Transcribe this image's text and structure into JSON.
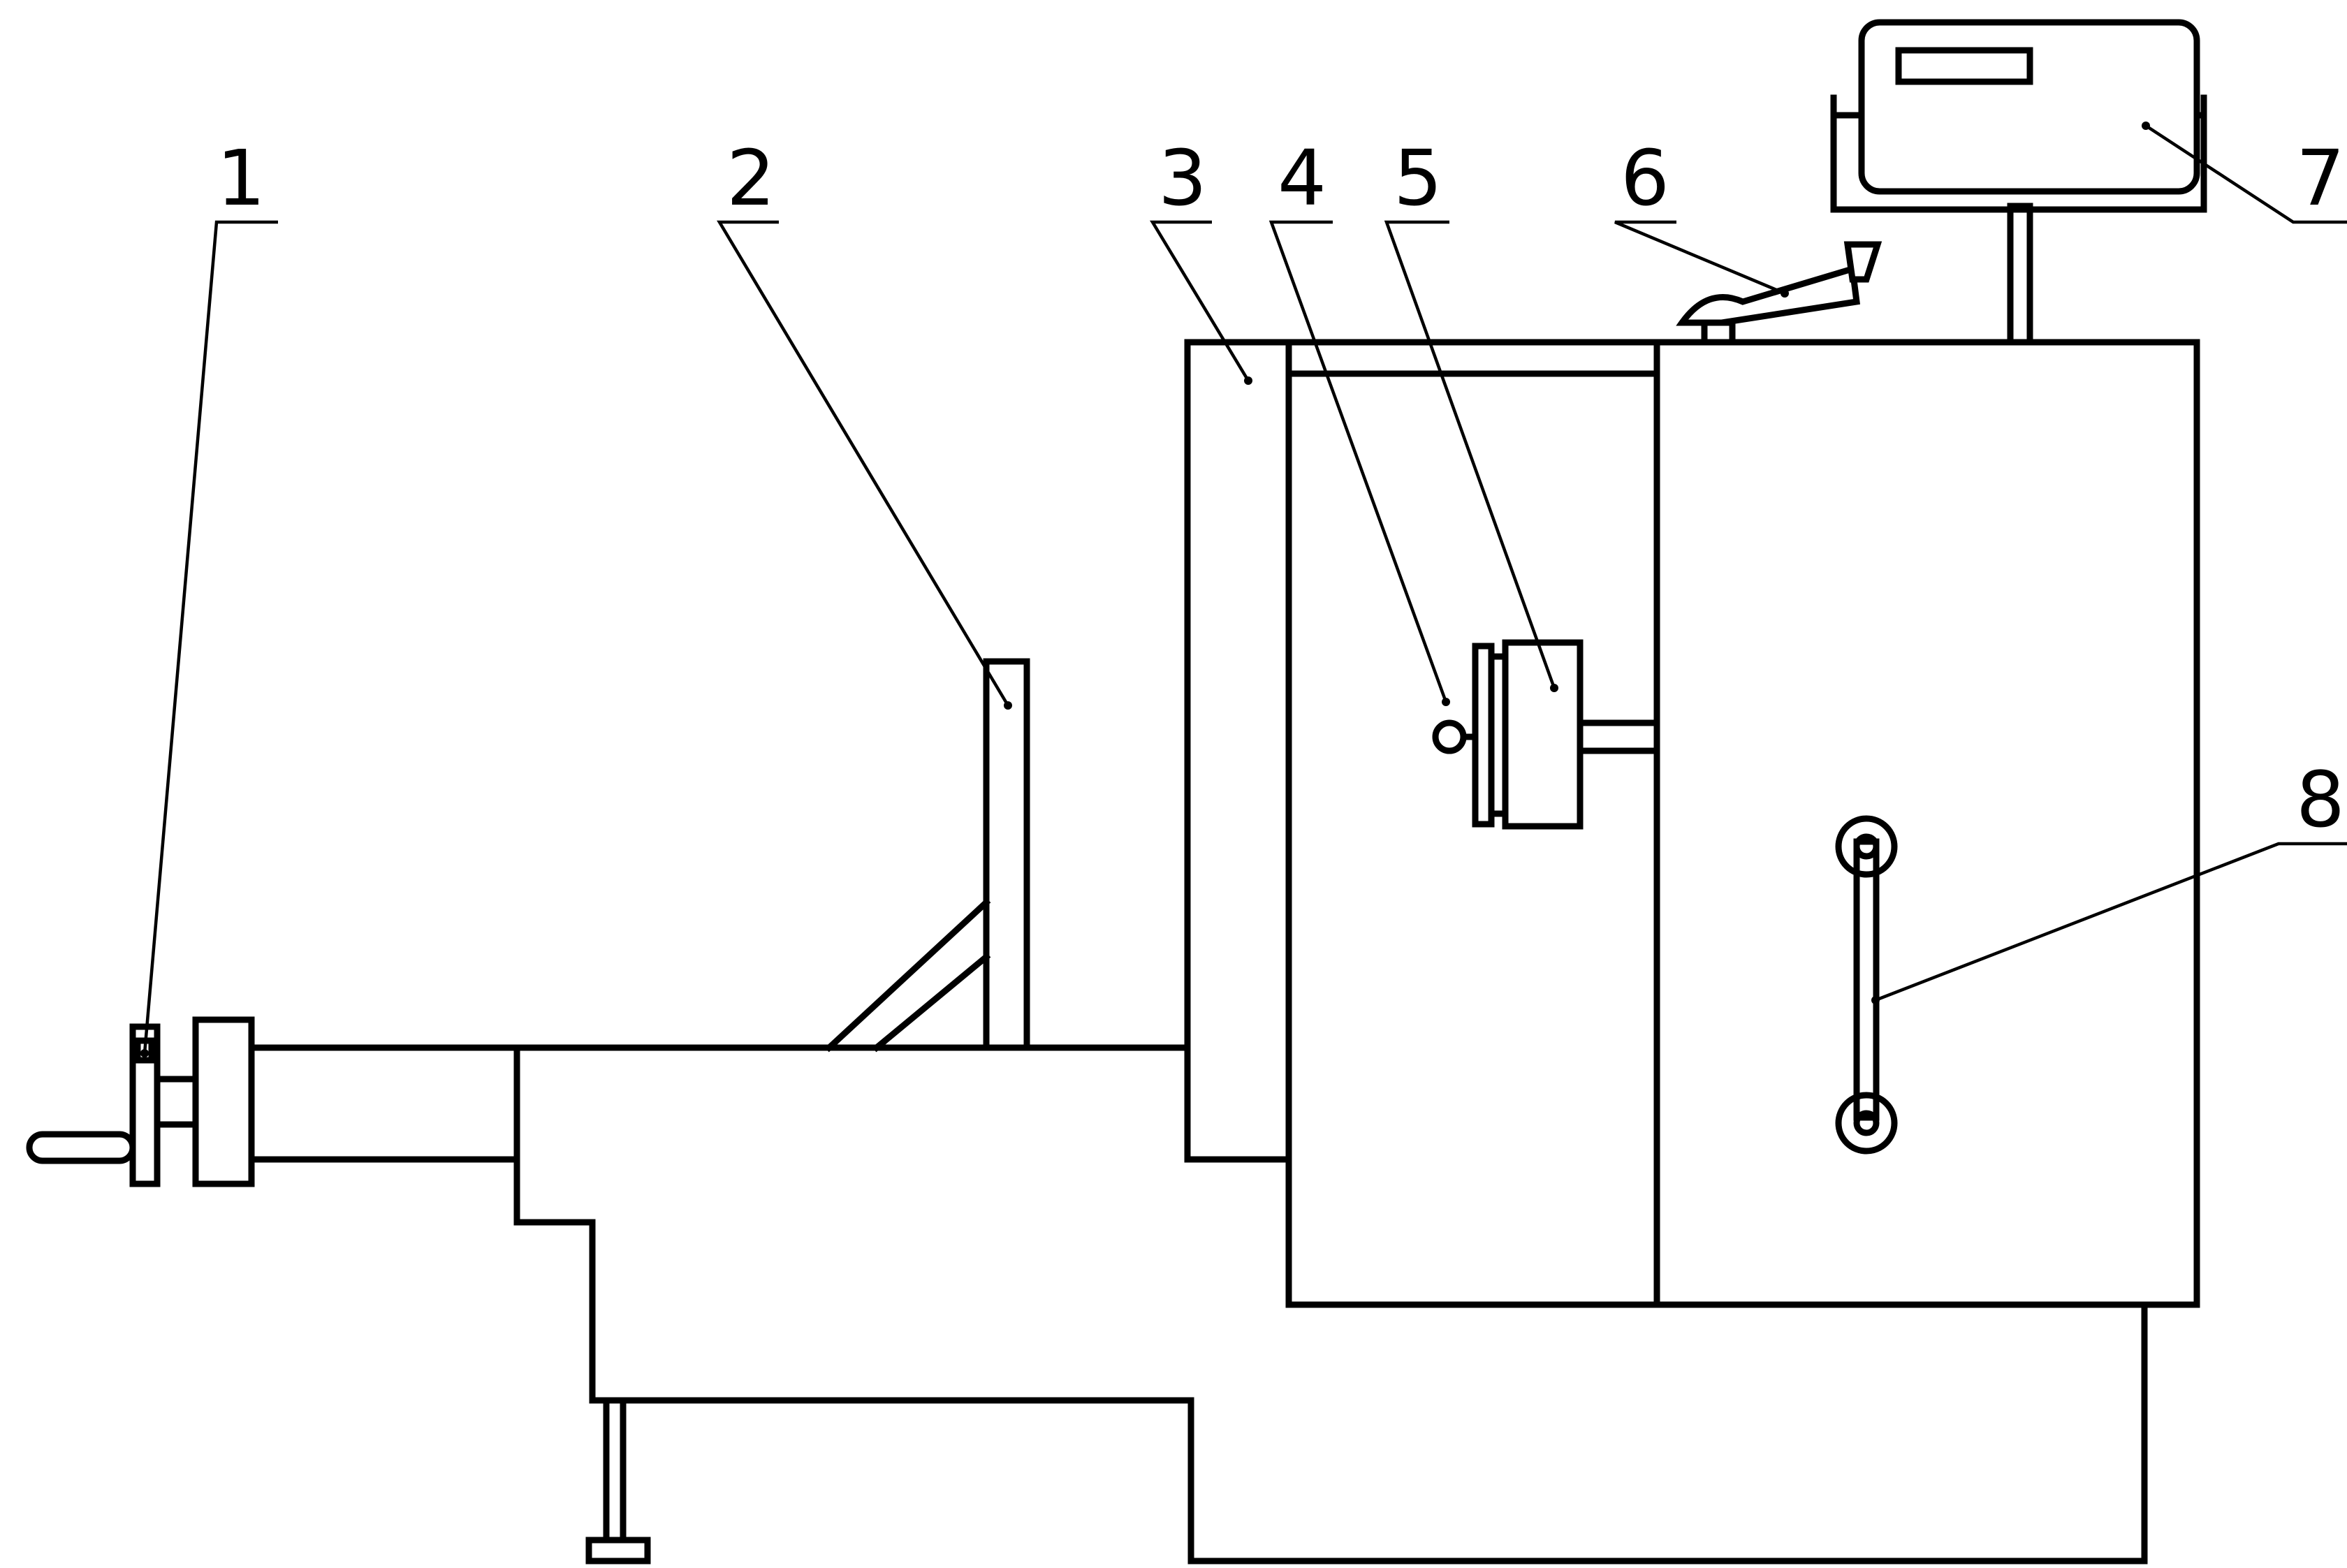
{
  "diagram": {
    "labels": [
      {
        "id": "1",
        "text": "1"
      },
      {
        "id": "2",
        "text": "2"
      },
      {
        "id": "3",
        "text": "3"
      },
      {
        "id": "4",
        "text": "4"
      },
      {
        "id": "5",
        "text": "5"
      },
      {
        "id": "6",
        "text": "6"
      },
      {
        "id": "7",
        "text": "7"
      },
      {
        "id": "8",
        "text": "8"
      }
    ],
    "colors": {
      "line": "#000000",
      "background": "#ffffff"
    }
  }
}
